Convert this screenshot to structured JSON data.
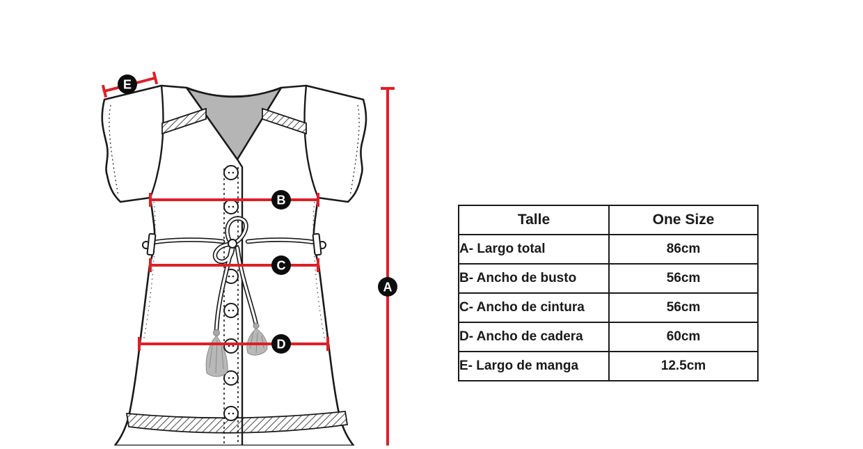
{
  "colors": {
    "measure_line": "#df1f26",
    "marker_bg": "#0d0d0d",
    "garment_outline": "#1a1a1a",
    "neck_shadow": "#b5b5b5",
    "tassel_gray": "#b8b8b8"
  },
  "diagram": {
    "markers": {
      "a": "A",
      "b": "B",
      "c": "C",
      "d": "D",
      "e": "E"
    }
  },
  "table": {
    "header": {
      "size_label": "Talle",
      "size_value": "One Size"
    },
    "rows": [
      {
        "label": "A- Largo total",
        "value": "86cm"
      },
      {
        "label": "B- Ancho de busto",
        "value": "56cm"
      },
      {
        "label": "C- Ancho de cintura",
        "value": "56cm"
      },
      {
        "label": "D- Ancho de cadera",
        "value": "60cm"
      },
      {
        "label": "E- Largo de manga",
        "value": "12.5cm"
      }
    ]
  }
}
